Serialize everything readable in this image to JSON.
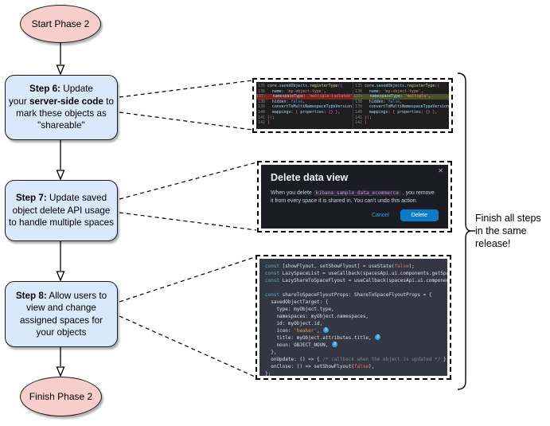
{
  "flowchart": {
    "start_label": "Start Phase 2",
    "finish_label": "Finish Phase 2",
    "steps": [
      {
        "segments": [
          {
            "b": 1,
            "t": "Step 6:"
          },
          {
            "t": " Update\nyour "
          },
          {
            "b": 1,
            "t": "server-side code"
          },
          {
            "t": " to\nmark these objects as\n\"shareable\""
          }
        ]
      },
      {
        "segments": [
          {
            "b": 1,
            "t": "Step 7:"
          },
          {
            "t": " Update saved\nobject delete API usage\nto handle multiple spaces"
          }
        ]
      },
      {
        "segments": [
          {
            "b": 1,
            "t": "Step 8:"
          },
          {
            "t": " Allow users to\nview and change\nassigned spaces for\nyour objects"
          }
        ]
      }
    ],
    "note": "Finish all steps\nin the same\nrelease!",
    "colors": {
      "terminal_fill": "#f8cecc",
      "step_fill": "#dae8fc",
      "stroke": "#1a1a1a"
    }
  },
  "diff_screenshot": {
    "left_lines": [
      {
        "n": "135",
        "toks": [
          [
            "pl",
            "core."
          ],
          [
            "prop",
            "savedObjects"
          ],
          [
            "pl",
            "."
          ],
          [
            "fn",
            "registerType"
          ],
          [
            "pink",
            "({"
          ]
        ]
      },
      {
        "n": "136",
        "toks": [
          [
            "prop",
            "  name"
          ],
          [
            "pl",
            ": "
          ],
          [
            "str",
            "'my-object-type'"
          ],
          [
            "pl",
            ","
          ]
        ]
      },
      {
        "n": "137",
        "mark": "-",
        "bg": "rem",
        "toks": [
          [
            "prop",
            "  namespaceType"
          ],
          [
            "pl",
            ": "
          ],
          [
            "str",
            "'multiple-isolated'"
          ],
          [
            "pl",
            ","
          ]
        ]
      },
      {
        "n": "138",
        "toks": [
          [
            "prop",
            "  hidden"
          ],
          [
            "pl",
            ": "
          ],
          [
            "kw",
            "false"
          ],
          [
            "pl",
            ","
          ]
        ]
      },
      {
        "n": "139",
        "toks": [
          [
            "prop",
            "  convertToMultiNamespaceTypeVersion"
          ],
          [
            "pl",
            ": "
          ],
          [
            "str",
            "'"
          ]
        ]
      },
      {
        "n": "140",
        "toks": [
          [
            "prop",
            "  mappings"
          ],
          [
            "pl",
            ": "
          ],
          [
            "pink",
            "{ "
          ],
          [
            "prop",
            "properties"
          ],
          [
            "pl",
            ": "
          ],
          [
            "pink",
            "{}"
          ],
          [
            "pink",
            " }"
          ],
          [
            "pl",
            ","
          ]
        ]
      },
      {
        "n": "141",
        "toks": [
          [
            "pink",
            "})"
          ],
          [
            "pl",
            ";"
          ]
        ]
      },
      {
        "n": "142",
        "toks": [
          [
            "pink",
            "}"
          ]
        ]
      }
    ],
    "right_lines": [
      {
        "n": "135",
        "toks": [
          [
            "pl",
            "core."
          ],
          [
            "prop",
            "savedObjects"
          ],
          [
            "pl",
            "."
          ],
          [
            "fn",
            "registerType"
          ],
          [
            "pink",
            "({"
          ]
        ]
      },
      {
        "n": "136",
        "toks": [
          [
            "prop",
            "  name"
          ],
          [
            "pl",
            ": "
          ],
          [
            "str",
            "'my-object-type'"
          ],
          [
            "pl",
            ","
          ]
        ]
      },
      {
        "n": "137",
        "mark": "+",
        "bg": "add",
        "toks": [
          [
            "prop",
            "  namespaceType"
          ],
          [
            "pl",
            ": "
          ],
          [
            "str",
            "'multiple'"
          ],
          [
            "pl",
            ","
          ]
        ]
      },
      {
        "n": "138",
        "toks": [
          [
            "prop",
            "  hidden"
          ],
          [
            "pl",
            ": "
          ],
          [
            "kw",
            "false"
          ],
          [
            "pl",
            ","
          ]
        ]
      },
      {
        "n": "139",
        "toks": [
          [
            "prop",
            "  convertToMultiNamespaceTypeVersion"
          ],
          [
            "pl",
            ": "
          ],
          [
            "str",
            "'"
          ]
        ]
      },
      {
        "n": "140",
        "toks": [
          [
            "prop",
            "  mappings"
          ],
          [
            "pl",
            ": "
          ],
          [
            "pink",
            "{ "
          ],
          [
            "prop",
            "properties"
          ],
          [
            "pl",
            ": "
          ],
          [
            "pink",
            "{}"
          ],
          [
            "pink",
            " }"
          ],
          [
            "pl",
            ","
          ]
        ]
      },
      {
        "n": "141",
        "toks": [
          [
            "pink",
            "})"
          ],
          [
            "pl",
            ";"
          ]
        ]
      },
      {
        "n": "142",
        "toks": [
          [
            "pink",
            "}"
          ]
        ]
      }
    ]
  },
  "modal_screenshot": {
    "title": "Delete data view",
    "body_pre": "When you delete ",
    "chip": "kibana_sample_data_ecommerce",
    "body_post": " , you remove it from every space it is shared in. You can't undo this action.",
    "cancel_label": "Cancel",
    "delete_label": "Delete",
    "close_glyph": "✕",
    "accent_color": "#36a2ef",
    "delete_button_color": "#0b7ac9"
  },
  "code_screenshot": {
    "lines": [
      {
        "toks": [
          [
            "ckw",
            "const"
          ],
          [
            "cpl",
            " [showFlyout, setShowFlyout] = useState("
          ],
          [
            "cerr",
            "false"
          ],
          [
            "cpl",
            ");"
          ]
        ]
      },
      {
        "toks": [
          [
            "ckw",
            "const"
          ],
          [
            "cpl",
            " LazySpaceList = useCallback(spacesApi.ui.components.getSpaceList"
          ]
        ]
      },
      {
        "toks": [
          [
            "ckw",
            "const"
          ],
          [
            "cpl",
            " LazyShareToSpaceFlyout = useCallback(spacesApi.ui.components.ge"
          ]
        ]
      },
      {
        "toks": []
      },
      {
        "toks": [
          [
            "ckw",
            "const"
          ],
          [
            "cpl",
            " shareToSpaceFlyoutProps: ShareToSpaceFlyoutProps = {"
          ]
        ]
      },
      {
        "toks": [
          [
            "cpl",
            "  savedObjectTarget: {"
          ]
        ]
      },
      {
        "toks": [
          [
            "cpl",
            "    type: myObject.type,"
          ]
        ]
      },
      {
        "toks": [
          [
            "cpl",
            "    namespaces: myObject.namespaces,"
          ]
        ]
      },
      {
        "toks": [
          [
            "cpl",
            "    id: myObject.id,"
          ]
        ]
      },
      {
        "toks": [
          [
            "cpl",
            "    icon: "
          ],
          [
            "cstr",
            "'beaker'"
          ],
          [
            "cpl",
            ", "
          ],
          [
            "badge",
            "1"
          ]
        ]
      },
      {
        "toks": [
          [
            "cpl",
            "    title: myObject.attributes.title, "
          ],
          [
            "badge",
            "2"
          ]
        ]
      },
      {
        "toks": [
          [
            "cpl",
            "    noun: OBJECT_NOUN, "
          ],
          [
            "badge",
            "3"
          ]
        ]
      },
      {
        "toks": [
          [
            "cpl",
            "  },"
          ]
        ]
      },
      {
        "toks": [
          [
            "cpl",
            "  onUpdate: () => { "
          ],
          [
            "ccmt",
            "/* callback when the object is updated */"
          ],
          [
            "cpl",
            " },"
          ]
        ]
      },
      {
        "toks": [
          [
            "cpl",
            "  onClose: () => setShowFlyout("
          ],
          [
            "cerr",
            "false"
          ],
          [
            "cpl",
            "),"
          ]
        ]
      },
      {
        "toks": [
          [
            "cpl",
            "};"
          ]
        ]
      }
    ]
  }
}
